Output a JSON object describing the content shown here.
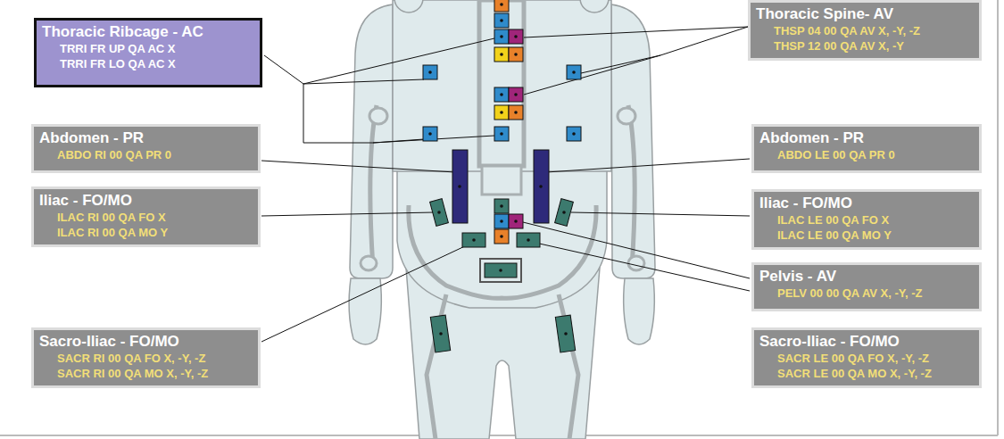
{
  "diagram": {
    "nodes": [
      {
        "text": [
          "Thoracic Ribcage - AC",
          "TRRI FR UP QA AC X",
          "TRRI FR LO QA AC X"
        ]
      },
      {
        "text": [
          "Thoracic Spine- AV",
          "THSP 04 00 QA AV X, -Y, -Z",
          "THSP 12 00 QA AV X, -Y"
        ]
      },
      {
        "text": [
          "Abdomen - PR",
          "ABDO RI 00 QA PR 0"
        ]
      },
      {
        "text": [
          "Abdomen - PR",
          "ABDO LE 00 QA PR 0"
        ]
      },
      {
        "text": [
          "Iliac - FO/MO",
          "ILAC RI 00 QA FO X",
          "ILAC RI 00 QA MO Y"
        ]
      },
      {
        "text": [
          "Iliac - FO/MO",
          "ILAC LE 00 QA FO X",
          "ILAC LE 00 QA MO Y"
        ]
      },
      {
        "text": [
          "Pelvis - AV",
          "PELV 00 00 QA AV X, -Y, -Z"
        ]
      },
      {
        "text": [
          "Sacro-Iliac - FO/MO",
          "SACR RI 00 QA FO X, -Y, -Z",
          "SACR RI 00 QA MO X, -Y, -Z"
        ]
      },
      {
        "text": [
          "Sacro-Iliac - FO/MO",
          "SACR LE 00 QA FO X, -Y, -Z",
          "SACR LE 00 QA MO X, -Y, -Z"
        ]
      }
    ]
  }
}
